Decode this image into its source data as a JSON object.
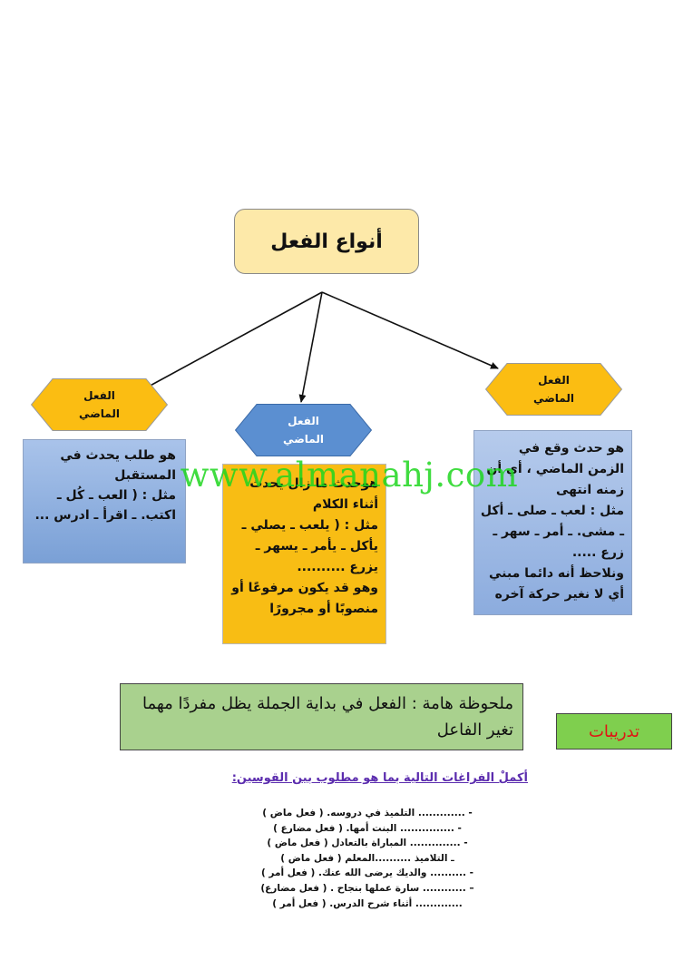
{
  "title": "أنواع الفعل",
  "categories": {
    "left": {
      "label": "الفعل\nالماضي",
      "color": "#fbbd12"
    },
    "middle": {
      "label": "الفعل\nالماضي",
      "color": "#5b8fd1"
    },
    "right": {
      "label": "الفعل\nالماضي",
      "color": "#fbbd12"
    }
  },
  "descriptions": {
    "left": [
      "هو طلب يحدث في المستقبل",
      "مثل : ( العب ـ كُل ـ اكتب. ـ اقرأ ـ ادرس ..."
    ],
    "middle": [
      "هوحدث ما زال يحدث أثناء الكلام",
      "مثل : ( يلعب ـ يصلي ـ يأكل  ـ يأمر  ـ يسهر ـ يزرع ..........",
      "وهو قد يكون مرفوعًا أو منصوبًا  أو مجرورًا"
    ],
    "right": [
      "هو حدث وقع في الزمن الماضي ، أي أن زمنه انتهى",
      "مثل : لعب  ـ صلى ـ أكل ـ مشى. ـ أمر ـ سهر ـ زرع .....",
      "ونلاحظ أنه دائما مبني أي لا نغير حركة آخره"
    ]
  },
  "watermark": "www.almanahj.com",
  "note": "ملحوظة هامة : الفعل في بداية الجملة يظل مفردًا مهما تغير الفاعل",
  "exercises_label": "تدريبات",
  "instruction": "أكملْ الفراغات التالية بما هو مطلوب بين القوسين:",
  "exercises": [
    "- ............. التلميذ في دروسه. ( فعل ماض )",
    "- ............... البنت أمها. ( فعل مضارع )",
    "- .............. المباراة بالتعادل ( فعل ماض )",
    "ـ التلاميذ  ..........المعلم ( فعل ماض )",
    "- .......... والديك يرضى الله عنك. ( فعل أمر )",
    "– ............ سارة عملها بنجاح . ( فعل مضارع)",
    "............. أثناء شرح الدرس. ( فعل أمر )"
  ]
}
